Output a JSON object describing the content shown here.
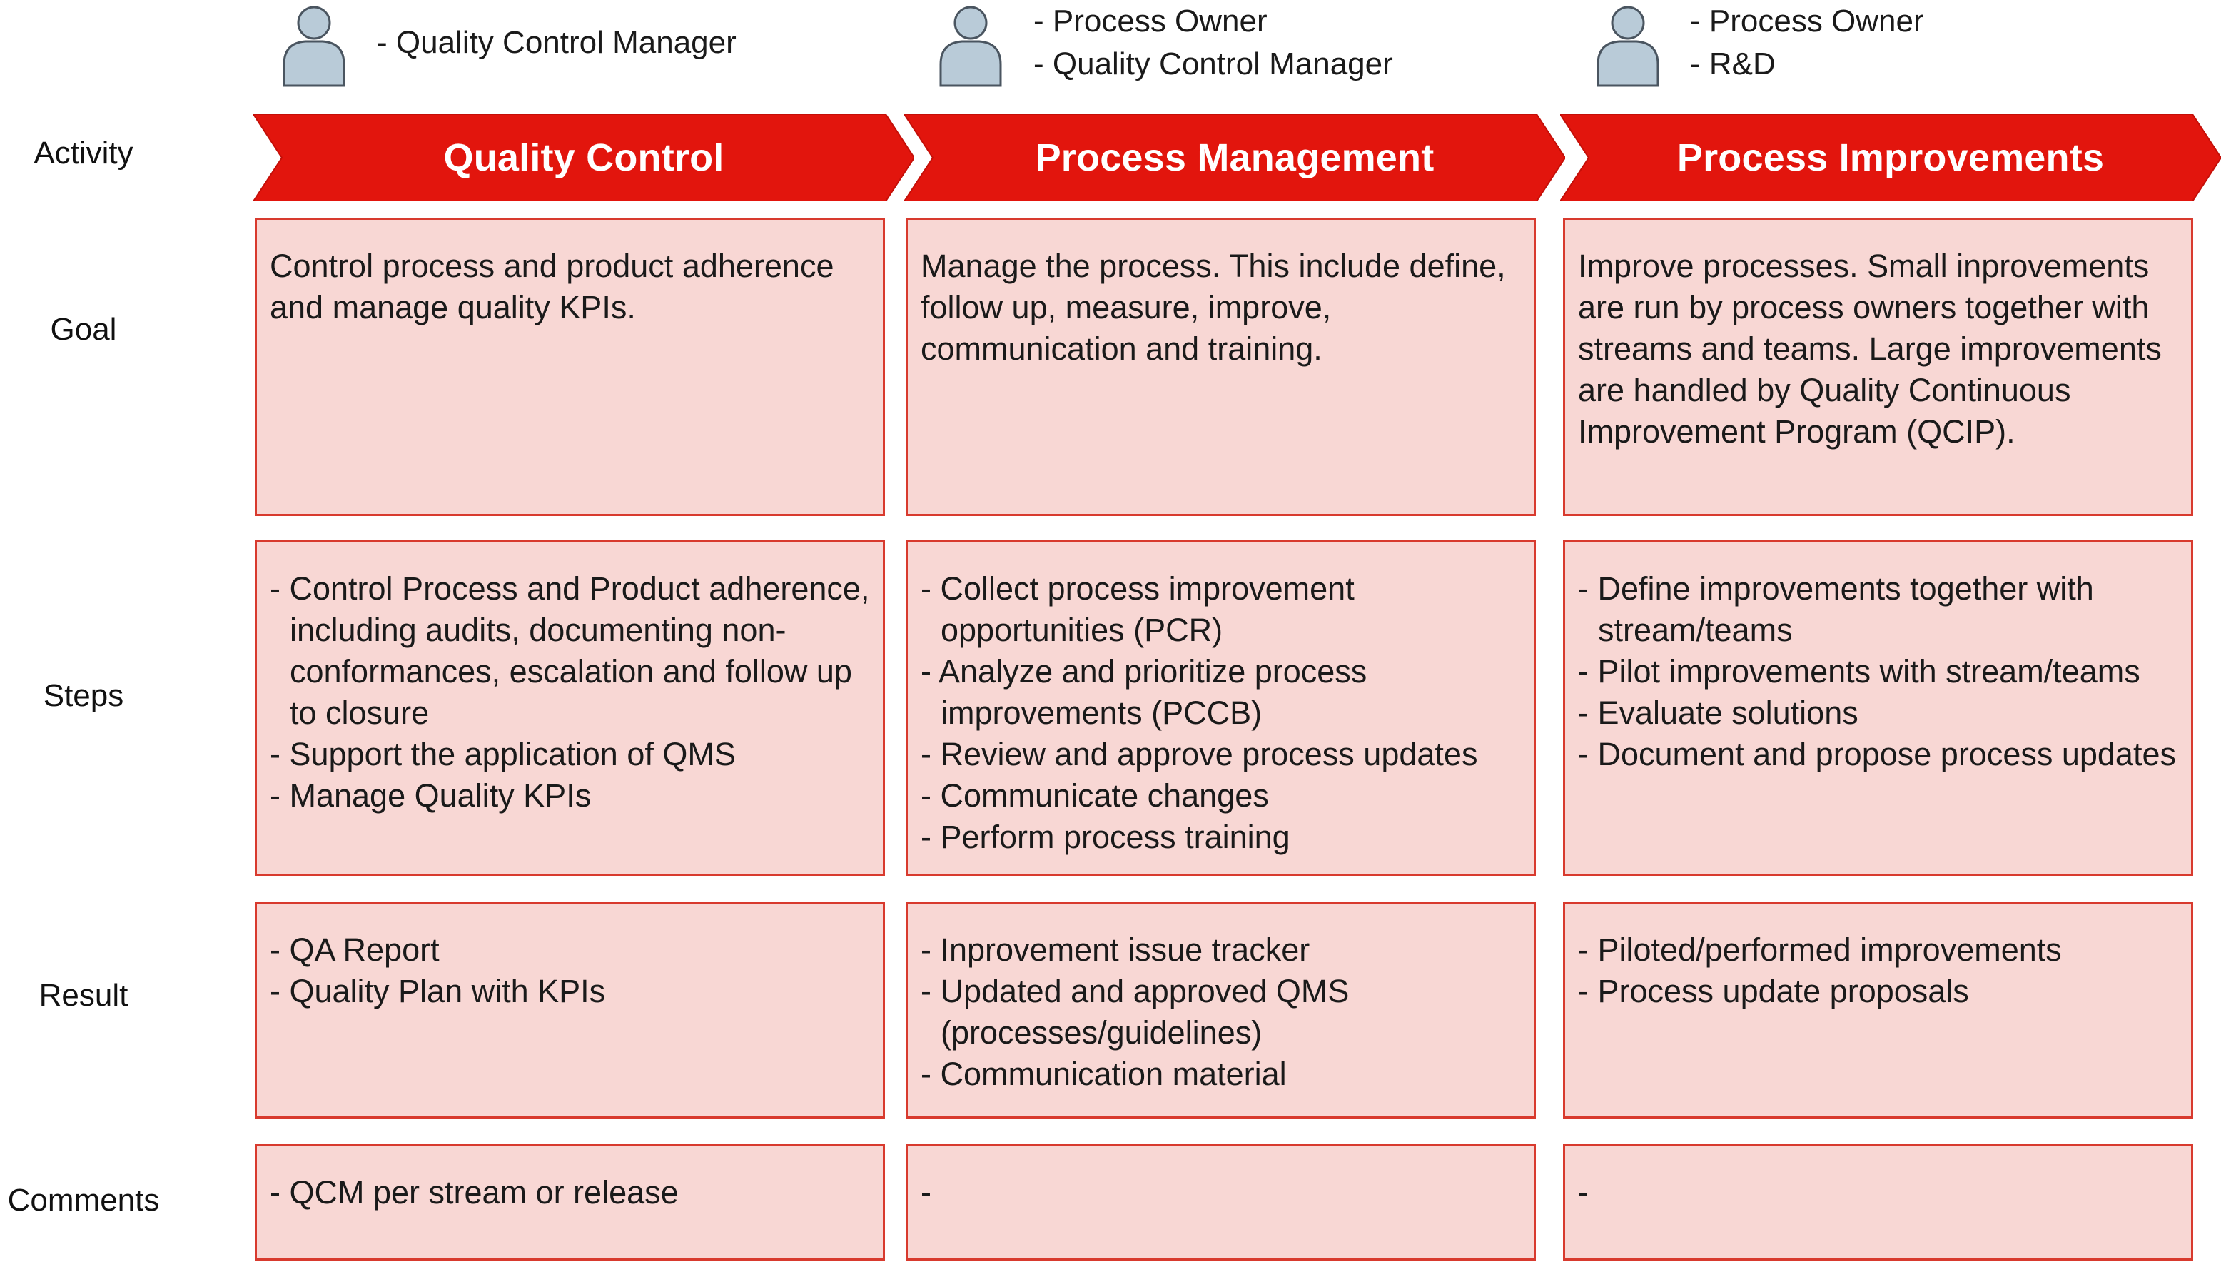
{
  "row_labels": {
    "activity": "Activity",
    "goal": "Goal",
    "steps": "Steps",
    "result": "Result",
    "comments": "Comments"
  },
  "colors": {
    "chevron_fill": "#e2150d",
    "box_fill": "#f8d7d4",
    "box_border": "#d83a2e",
    "person_icon": "#b9cbd8"
  },
  "columns": [
    {
      "roles": [
        "- Quality Control Manager"
      ],
      "title": "Quality Control",
      "goal": "Control process and product adherence and manage quality KPIs.",
      "steps": [
        "- Control Process and Product adherence, including audits, documenting non-conformances, escalation and follow up to closure",
        "- Support the application of QMS",
        "- Manage Quality KPIs"
      ],
      "result": [
        "- QA Report",
        "- Quality Plan with KPIs"
      ],
      "comments": [
        "- QCM per stream or release"
      ]
    },
    {
      "roles": [
        "- Process Owner",
        "- Quality Control Manager"
      ],
      "title": "Process Management",
      "goal": "Manage the process. This include define, follow up, measure, improve, communication and training.",
      "steps": [
        "- Collect process improvement opportunities (PCR)",
        "- Analyze and prioritize process improvements (PCCB)",
        "- Review and approve process updates",
        "- Communicate changes",
        "- Perform process training"
      ],
      "result": [
        "- Inprovement issue tracker",
        "- Updated and approved QMS (processes/guidelines)",
        "- Communication material"
      ],
      "comments": [
        "-"
      ]
    },
    {
      "roles": [
        "- Process Owner",
        "- R&D"
      ],
      "title": "Process Improvements",
      "goal": "Improve processes. Small inprovements are run by process owners together with streams and teams. Large improvements are handled by Quality Continuous Improvement Program (QCIP).",
      "steps": [
        "- Define improvements together with stream/teams",
        "- Pilot improvements with stream/teams",
        "- Evaluate solutions",
        "- Document and propose process updates"
      ],
      "result": [
        "- Piloted/performed improvements",
        "- Process update proposals"
      ],
      "comments": [
        "-"
      ]
    }
  ]
}
